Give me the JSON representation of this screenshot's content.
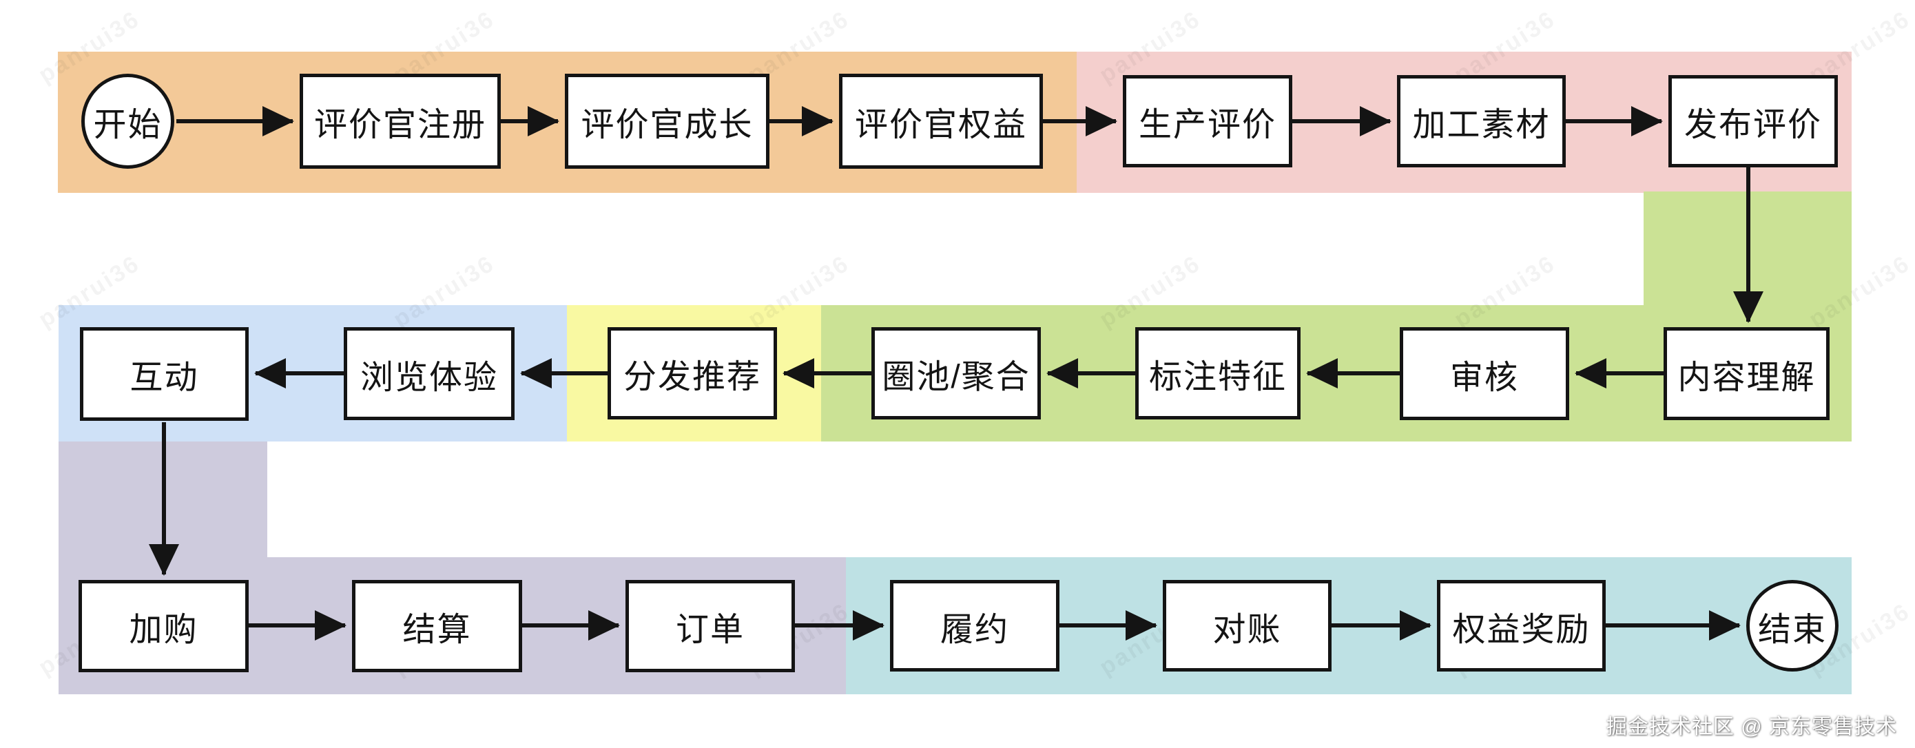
{
  "nodes": {
    "start": "开始",
    "reviewer_register": "评价官注册",
    "reviewer_growth": "评价官成长",
    "reviewer_rights": "评价官权益",
    "produce_review": "生产评价",
    "process_material": "加工素材",
    "publish_review": "发布评价",
    "content_understanding": "内容理解",
    "audit": "审核",
    "tag_features": "标注特征",
    "pool_aggregation": "圈池/聚合",
    "distribution_recommend": "分发推荐",
    "browse_experience": "浏览体验",
    "interaction": "互动",
    "add_to_cart": "加购",
    "checkout": "结算",
    "order": "订单",
    "fulfillment": "履约",
    "reconciliation": "对账",
    "rights_reward": "权益奖励",
    "end": "结束"
  },
  "bands": {
    "reviewer_stage": "#f3c998",
    "production_stage": "#f4cfcd",
    "understanding_stage": "#cbe295",
    "distribution_stage": "#f9f9a2",
    "consumption_stage": "#cfe1f7",
    "transaction_stage": "#cecbdd",
    "fulfillment_stage": "#bee1e4"
  },
  "watermark": {
    "diagonal_text": "panrui36",
    "footer_text": "掘金技术社区 @ 京东零售技术"
  }
}
